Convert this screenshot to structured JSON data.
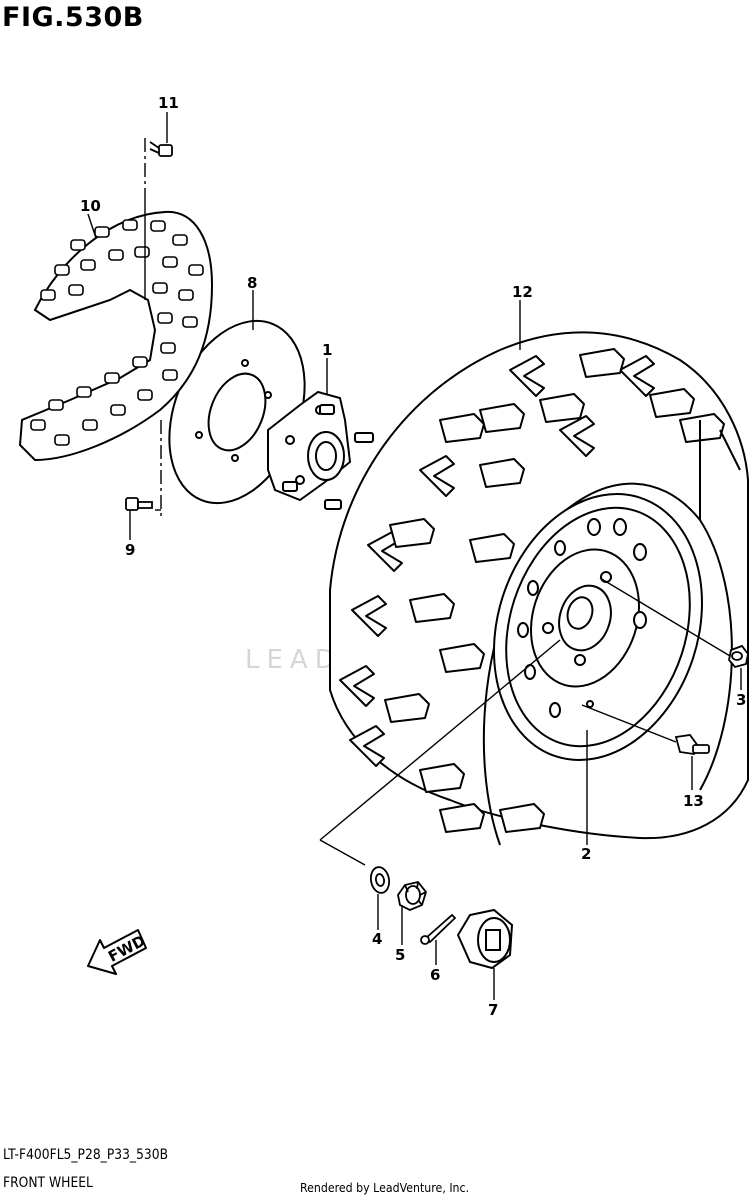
{
  "figure": {
    "title": "FIG.530B",
    "code": "LT-F400FL5_P28_P33_530B",
    "name": "FRONT WHEEL",
    "credit": "Rendered by LeadVenture, Inc.",
    "watermark": "LEADVENTURE",
    "direction_label": "FWD"
  },
  "callouts": {
    "c1": "1",
    "c2": "2",
    "c3": "3",
    "c4": "4",
    "c5": "5",
    "c6": "6",
    "c7": "7",
    "c8": "8",
    "c9": "9",
    "c10": "10",
    "c11": "11",
    "c12": "12",
    "c13": "13"
  },
  "colors": {
    "line": "#000000",
    "paper": "#ffffff",
    "watermark": "#d6d6d6"
  }
}
